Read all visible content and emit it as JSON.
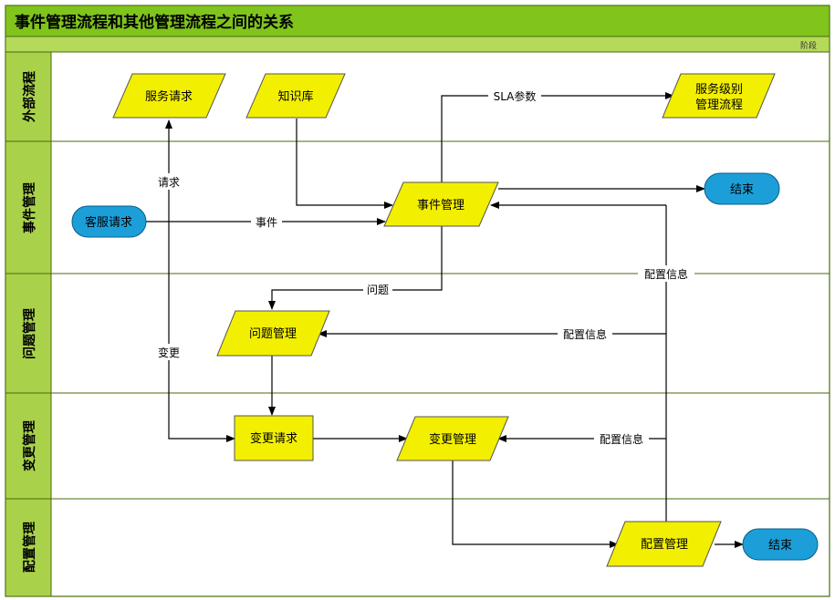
{
  "title": "事件管理流程和其他管理流程之间的关系",
  "phase_label": "阶段",
  "lanes": [
    {
      "id": "external",
      "label": "外部流程"
    },
    {
      "id": "incident",
      "label": "事件管理"
    },
    {
      "id": "problem",
      "label": "问题管理"
    },
    {
      "id": "change",
      "label": "变更管理"
    },
    {
      "id": "config",
      "label": "配置管理"
    }
  ],
  "nodes": {
    "service_request": "服务请求",
    "knowledge_base": "知识库",
    "sla_process_line1": "服务级别",
    "sla_process_line2": "管理流程",
    "customer_request": "客服请求",
    "incident_mgmt": "事件管理",
    "end_top": "结束",
    "problem_mgmt": "问题管理",
    "change_request": "变更请求",
    "change_mgmt": "变更管理",
    "config_mgmt": "配置管理",
    "end_bottom": "结束"
  },
  "edge_labels": {
    "sla_params": "SLA参数",
    "request": "请求",
    "event": "事件",
    "problem": "问题",
    "change": "变更",
    "config_info_1": "配置信息",
    "config_info_2": "配置信息",
    "config_info_3": "配置信息"
  },
  "colors": {
    "title_bar": "#80c41c",
    "phase_bar": "#b5da5a",
    "lane_label_bg": "#a9d24a",
    "border": "#4a6a10",
    "parallelogram": "#f3ef00",
    "rect": "#f3ef00",
    "terminal": "#1c9fd9"
  }
}
